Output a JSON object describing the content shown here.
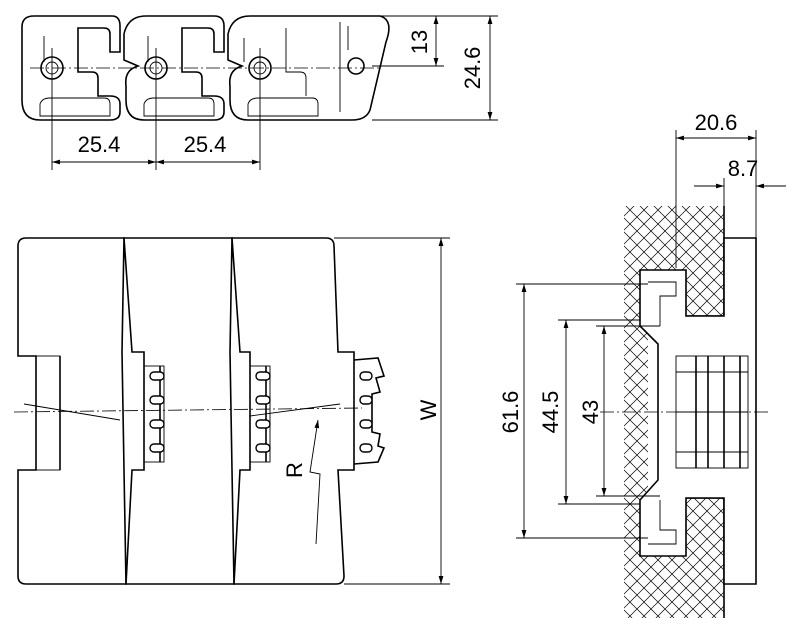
{
  "dimensions": {
    "side_view": {
      "height_small": "13",
      "height_total": "24.6",
      "pitch_1": "25.4",
      "pitch_2": "25.4"
    },
    "top_view": {
      "width": "W",
      "radius": "R"
    },
    "section_view": {
      "width_overall": "20.6",
      "width_inner": "8.7",
      "height_outer": "61.6",
      "height_mid": "44.5",
      "height_inner": "43"
    }
  }
}
